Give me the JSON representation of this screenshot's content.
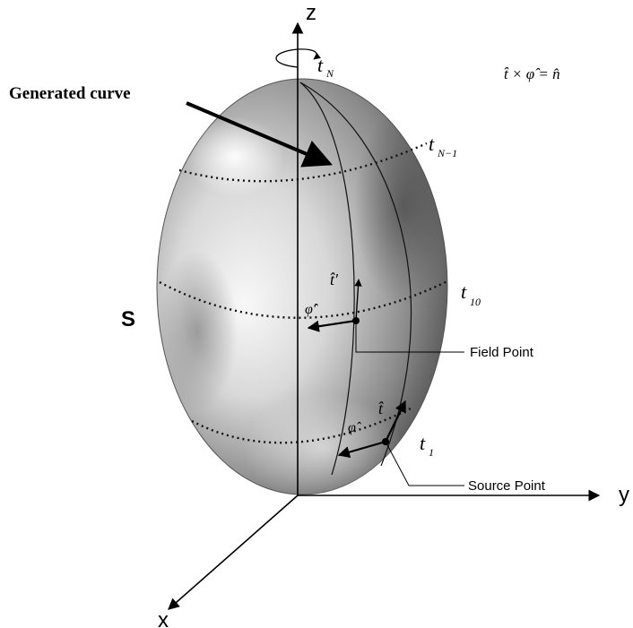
{
  "diagram": {
    "axis_labels": {
      "z": "z",
      "y": "y",
      "x": "x"
    },
    "surface_label": "S",
    "callouts": {
      "generated_curve": "Generated curve",
      "field_point": "Field Point",
      "source_point": "Source Point"
    },
    "equation": "t̂ × φ̂ = n̂",
    "parameter_labels": {
      "t_N": {
        "base": "t",
        "sub": "N"
      },
      "t_N_minus_1": {
        "base": "t",
        "sub": "N−1"
      },
      "t_10": {
        "base": "t",
        "sub": "10"
      },
      "t_1": {
        "base": "t",
        "sub": "1"
      }
    },
    "vector_labels": {
      "t_hat_prime": "t̂′",
      "phi_hat_prime": "φ̂′",
      "t_hat": "t̂",
      "phi_hat": "φ̂"
    }
  }
}
